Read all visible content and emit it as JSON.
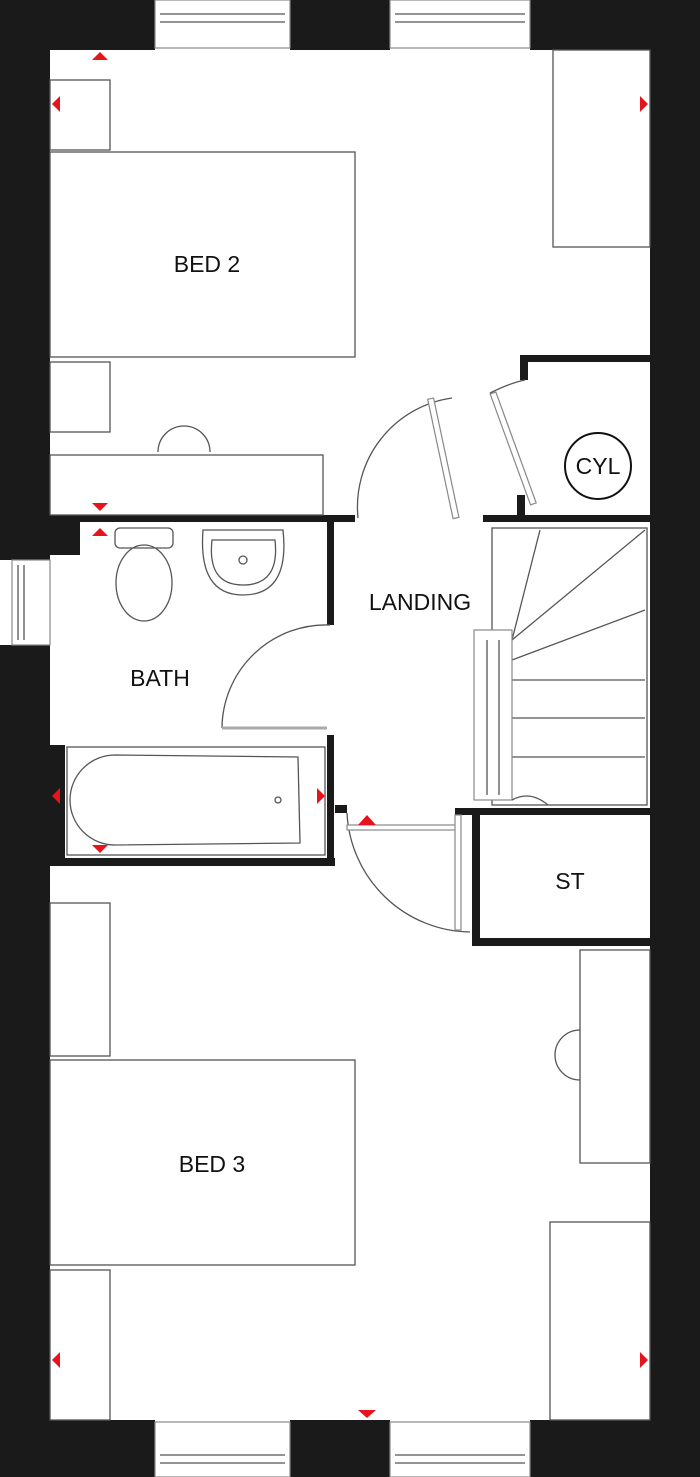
{
  "rooms": {
    "bed2": "BED 2",
    "bath": "BATH",
    "landing": "LANDING",
    "cyl": "CYL",
    "st": "ST",
    "bed3": "BED 3"
  },
  "colors": {
    "wall": "#1a1a1a",
    "marker": "#e8141c",
    "background": "#ffffff"
  }
}
